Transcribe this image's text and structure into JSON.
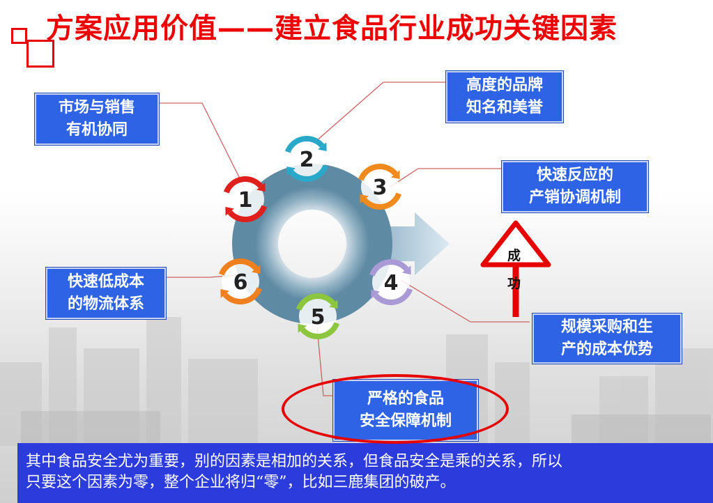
{
  "title": "方案应用价值——建立食品行业成功关键因素",
  "factors": [
    {
      "num": "1",
      "lines": [
        "市场与销售",
        "有机协同"
      ],
      "color": "#e0201c"
    },
    {
      "num": "2",
      "lines": [
        "高度的品牌",
        "知名和美誉"
      ],
      "color": "#2aa8c9"
    },
    {
      "num": "3",
      "lines": [
        "快速反应的",
        "产销协调机制"
      ],
      "color": "#f08a1c"
    },
    {
      "num": "4",
      "lines": [
        "规模采购和生",
        "产的成本优势"
      ],
      "color": "#a99ad6"
    },
    {
      "num": "5",
      "lines": [
        "严格的食品",
        "安全保障机制"
      ],
      "color": "#8cc63f"
    },
    {
      "num": "6",
      "lines": [
        "快速低成本",
        "的物流体系"
      ],
      "color": "#f07f1e"
    }
  ],
  "sign": {
    "chars": [
      "成",
      "功"
    ]
  },
  "bottom": {
    "line1": "其中食品安全尤为重要，别的因素是相加的关系，但食品安全是乘的关系，所以",
    "line2": "只要这个因素为零，整个企业将归“零”，比如三鹿集团的破产。"
  }
}
